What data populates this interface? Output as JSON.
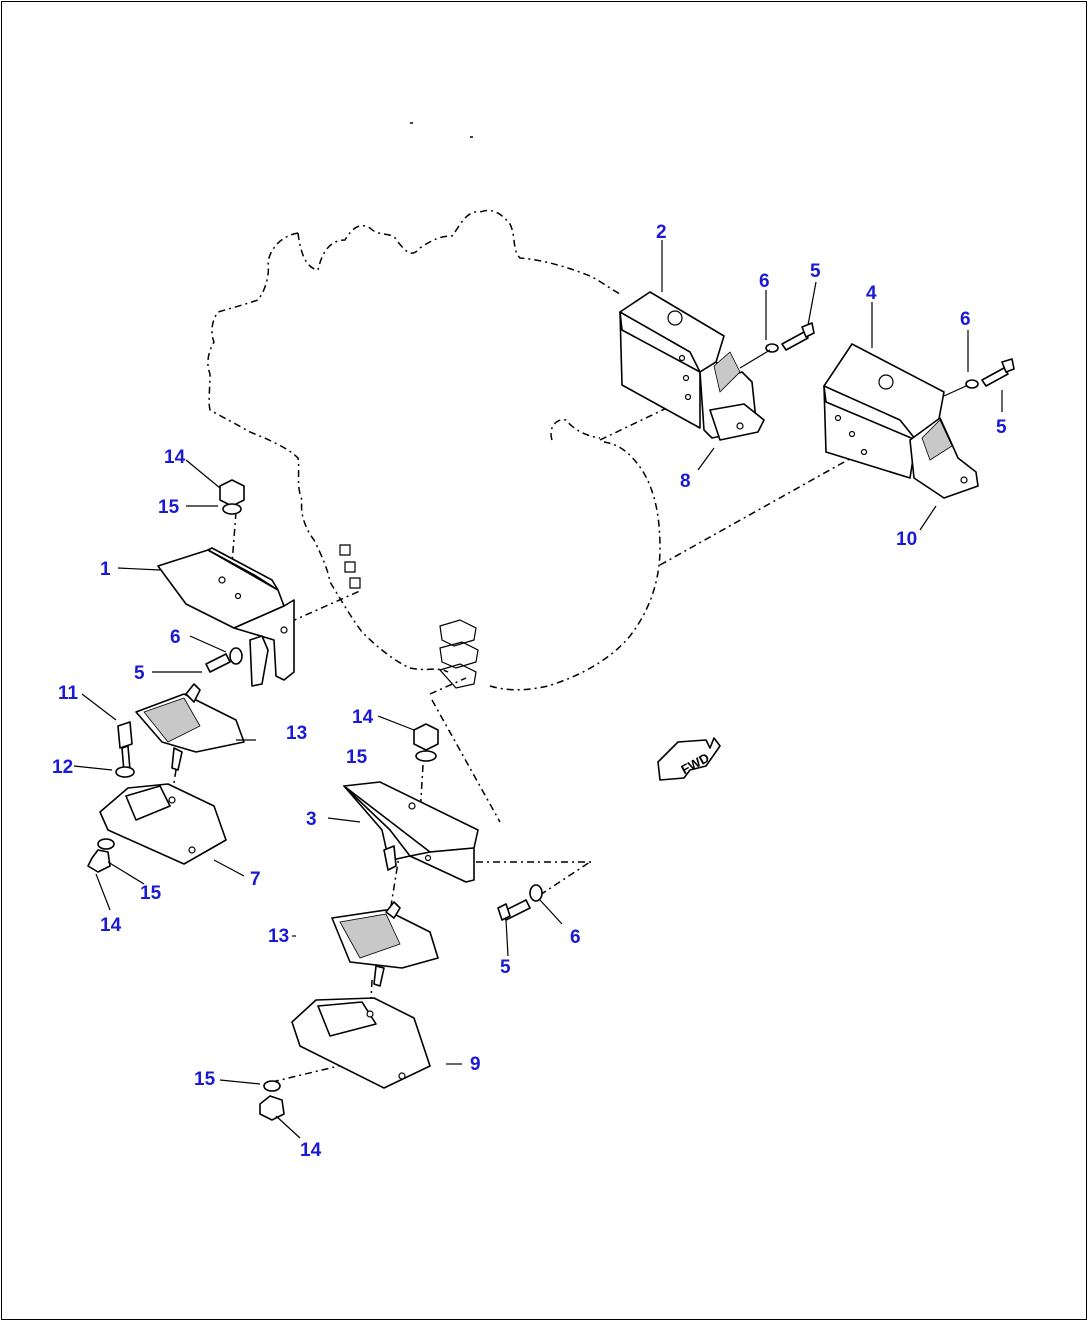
{
  "diagram": {
    "direction_marker": {
      "text": "FWD",
      "icon": "forward-arrow-icon"
    },
    "callouts": [
      {
        "id": "c1",
        "label": "1"
      },
      {
        "id": "c2",
        "label": "2"
      },
      {
        "id": "c3",
        "label": "3"
      },
      {
        "id": "c4",
        "label": "4"
      },
      {
        "id": "c5a",
        "label": "5"
      },
      {
        "id": "c5b",
        "label": "5"
      },
      {
        "id": "c5c",
        "label": "5"
      },
      {
        "id": "c5d",
        "label": "5"
      },
      {
        "id": "c6a",
        "label": "6"
      },
      {
        "id": "c6b",
        "label": "6"
      },
      {
        "id": "c6c",
        "label": "6"
      },
      {
        "id": "c6d",
        "label": "6"
      },
      {
        "id": "c7",
        "label": "7"
      },
      {
        "id": "c8",
        "label": "8"
      },
      {
        "id": "c9",
        "label": "9"
      },
      {
        "id": "c10",
        "label": "10"
      },
      {
        "id": "c11",
        "label": "11"
      },
      {
        "id": "c12",
        "label": "12"
      },
      {
        "id": "c13a",
        "label": "13"
      },
      {
        "id": "c13b",
        "label": "13"
      },
      {
        "id": "c14a",
        "label": "14"
      },
      {
        "id": "c14b",
        "label": "14"
      },
      {
        "id": "c14c",
        "label": "14"
      },
      {
        "id": "c14d",
        "label": "14"
      },
      {
        "id": "c15a",
        "label": "15"
      },
      {
        "id": "c15b",
        "label": "15"
      },
      {
        "id": "c15c",
        "label": "15"
      },
      {
        "id": "c15d",
        "label": "15"
      }
    ]
  }
}
